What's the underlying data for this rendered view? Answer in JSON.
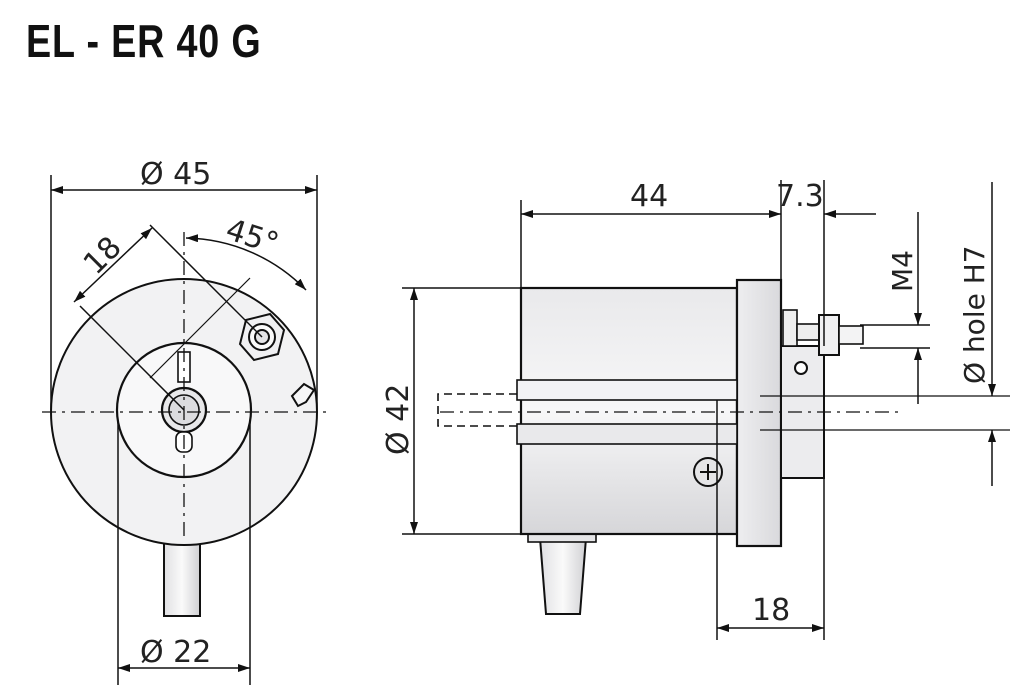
{
  "drawing": {
    "title": "EL - ER 40 G",
    "front_view": {
      "dia_outer": "Ø 45",
      "dia_inner": "Ø 22",
      "dim_18": "18",
      "angle": "45°"
    },
    "side_view": {
      "length_44": "44",
      "length_7_3": "7.3",
      "dia_42": "Ø 42",
      "thread": "M4",
      "hole": "Ø hole H7",
      "length_18": "18"
    }
  }
}
